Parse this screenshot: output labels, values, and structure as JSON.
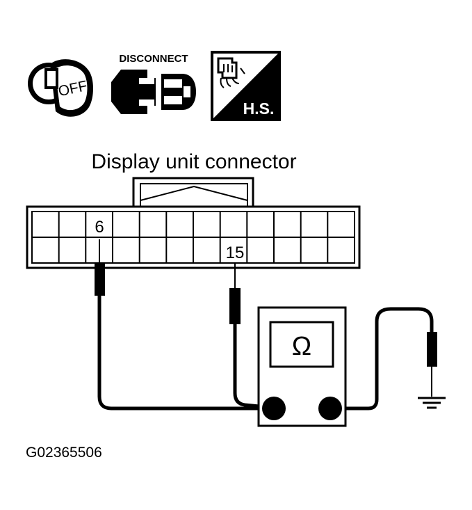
{
  "icons": {
    "ignition_key_text": "OFF",
    "disconnect_label": "DISCONNECT",
    "harness_side_label": "H.S."
  },
  "connector": {
    "title": "Display unit connector",
    "pin_a": "6",
    "pin_b": "15"
  },
  "meter": {
    "symbol": "Ω",
    "icon": "ohmmeter-icon"
  },
  "figure_id": "G02365506",
  "colors": {
    "ink": "#000000",
    "paper": "#ffffff"
  }
}
